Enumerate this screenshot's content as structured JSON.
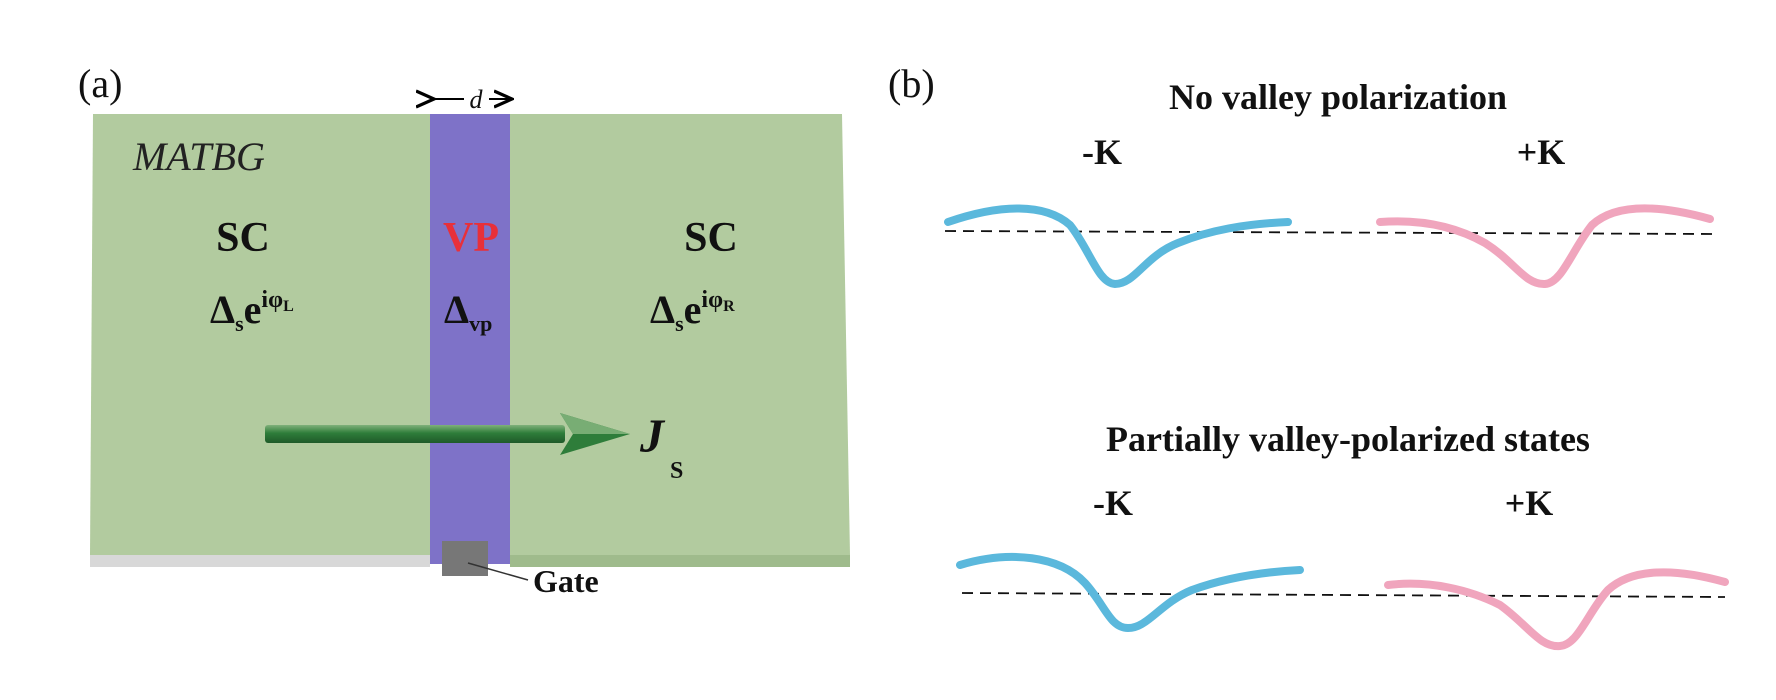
{
  "panel_a": {
    "label": "(a)",
    "width_label": "d",
    "material": "MATBG",
    "left_region": {
      "label": "SC",
      "delta": "Δ",
      "sub": "s",
      "e": "e",
      "exp": "iφ",
      "exp_sub": "L"
    },
    "middle_region": {
      "label": "VP",
      "delta": "Δ",
      "sub": "vp"
    },
    "right_region": {
      "label": "SC",
      "delta": "Δ",
      "sub": "s",
      "e": "e",
      "exp": "iφ",
      "exp_sub": "R"
    },
    "current": {
      "symbol": "J",
      "sub": "S"
    },
    "gate_label": "Gate",
    "colors": {
      "slab": "#b2cb9f",
      "barrier": "#7e72c8",
      "vp_text": "#e8303a",
      "arrow": "#2e7d3a",
      "gate": "#777777"
    }
  },
  "panel_b": {
    "label": "(b)",
    "top": {
      "title": "No valley polarization",
      "left_valley": "-K",
      "right_valley": "+K"
    },
    "bottom": {
      "title": "Partially valley-polarized states",
      "left_valley": "-K",
      "right_valley": "+K"
    },
    "colors": {
      "minus_k": "#5bb8dc",
      "plus_k": "#f0a5bd"
    }
  }
}
